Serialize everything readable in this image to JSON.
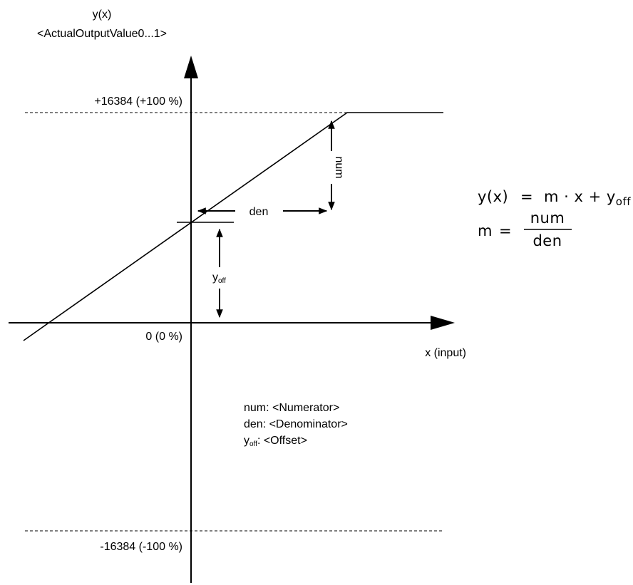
{
  "y_axis": {
    "title": "y(x)",
    "subtitle": "<ActualOutputValue0...1>",
    "upper_label": "+16384 (+100 %)",
    "zero_label": "0 (0 %)",
    "lower_label": "-16384 (-100 %)"
  },
  "x_axis": {
    "title": "x (input)"
  },
  "dimensions": {
    "num_label": "num",
    "den_label": "den",
    "yoff_base": "y",
    "yoff_sub": "off"
  },
  "formula": {
    "line1_lhs": "y(x)",
    "eq_sign": "=",
    "line1_rhs": "m · x + y",
    "line1_sub": "off",
    "line2_lhs": "m",
    "numerator": "num",
    "denominator": "den"
  },
  "legend": {
    "num_text": "num: <Numerator>",
    "den_text": "den: <Denominator>",
    "yoff_base": "y",
    "yoff_sub": "off",
    "yoff_text": ": <Offset>"
  }
}
